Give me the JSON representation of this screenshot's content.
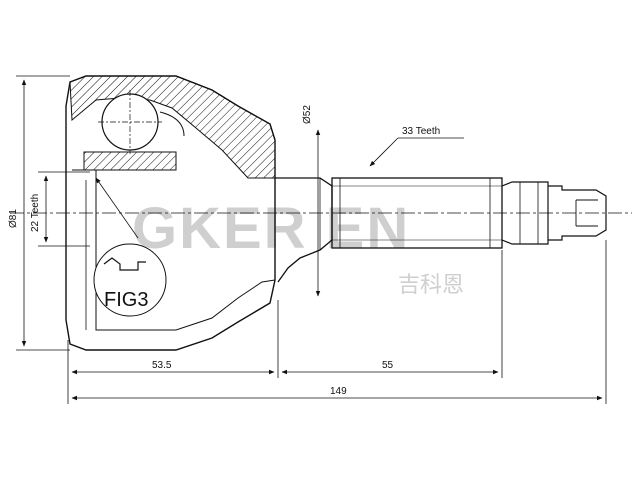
{
  "drawing": {
    "dimensions": {
      "outer_diameter": "Ø81",
      "inner_teeth": "22 Teeth",
      "seal_diameter": "Ø52",
      "spline_teeth": "33 Teeth",
      "length_bell": "53.5",
      "length_stem": "55",
      "length_total": "149"
    },
    "figure_label": "FIG3",
    "watermark": {
      "brand": "GKER EN",
      "chinese": "吉科恩"
    }
  },
  "colors": {
    "line": "#111111",
    "watermark": "#cfcfcf"
  }
}
